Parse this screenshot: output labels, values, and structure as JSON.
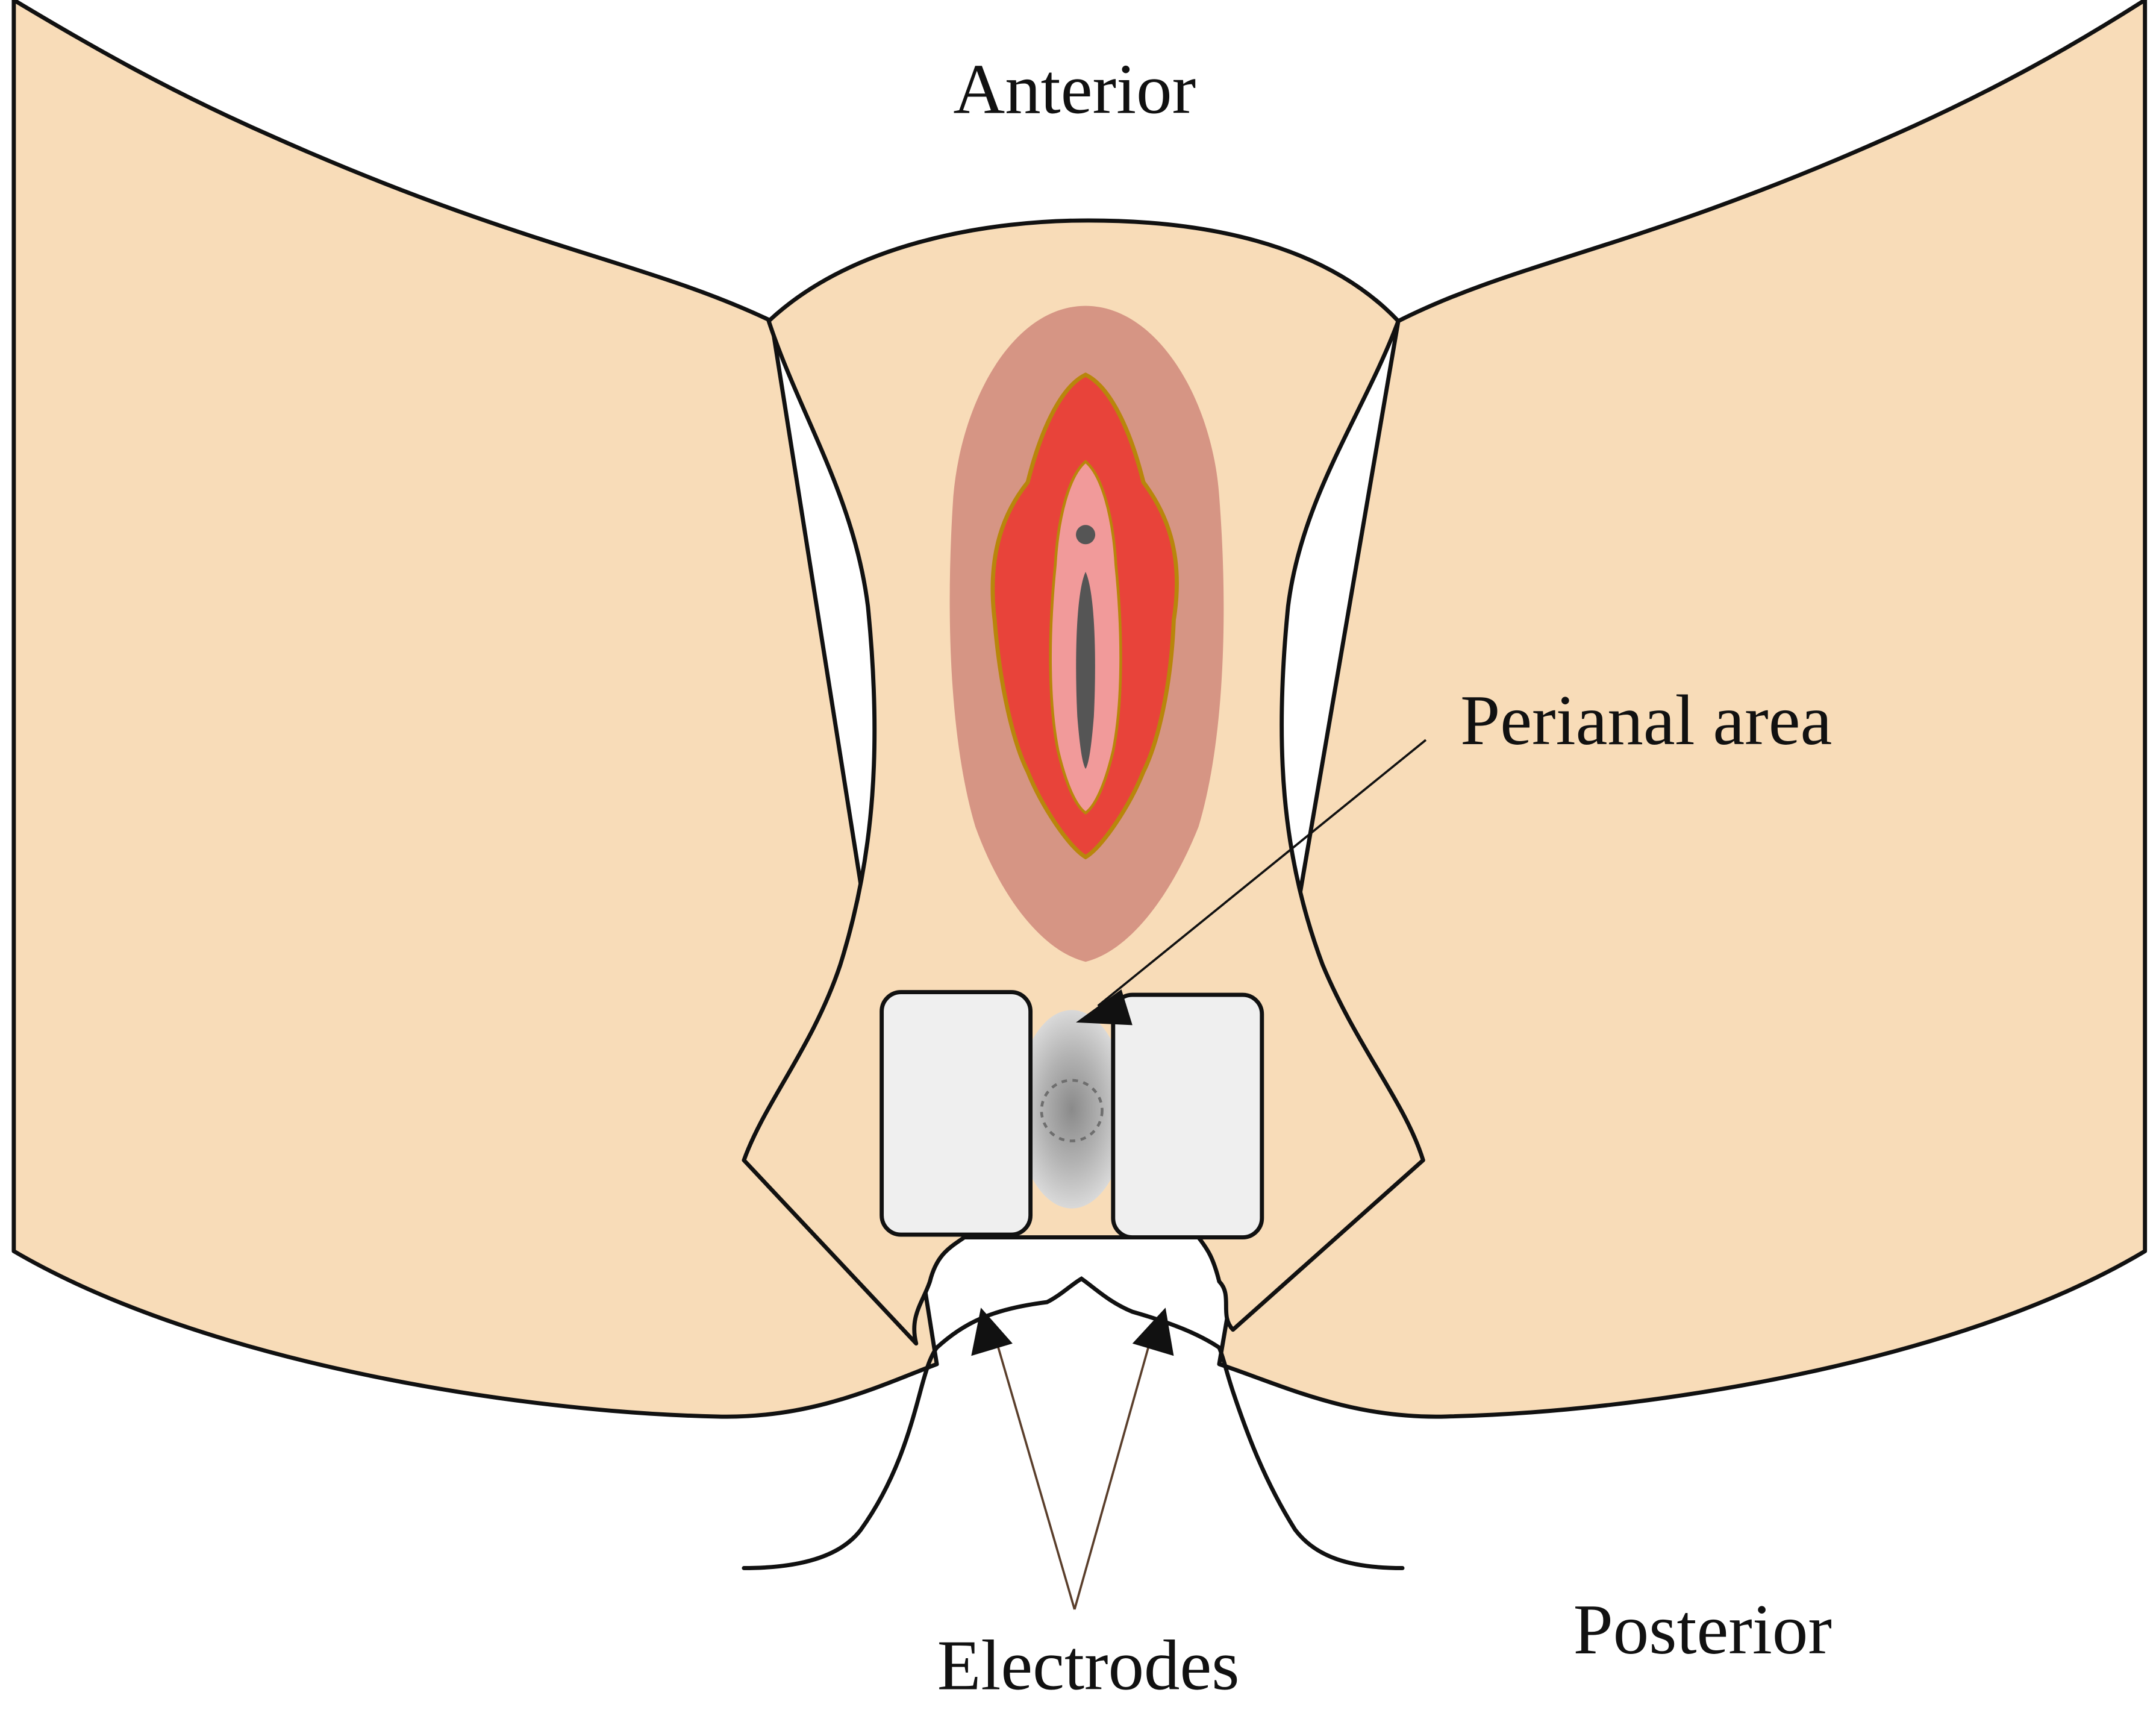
{
  "labels": {
    "anterior": "Anterior",
    "perianal_area": "Perianal area",
    "posterior": "Posterior",
    "electrodes": "Electrodes"
  },
  "colors": {
    "skin": "#f8dcb8",
    "outline": "#111111",
    "outer_labia": "#d69584",
    "inner_labia": "#e8433a",
    "labia_edge": "#b8860b",
    "vestibule": "#f19a9a",
    "opening": "#555555",
    "electrode_fill": "#efefef",
    "perianal_gray": "#9a9a9a",
    "arrow": "#111111",
    "electrode_lead": "#5a3e2b"
  }
}
